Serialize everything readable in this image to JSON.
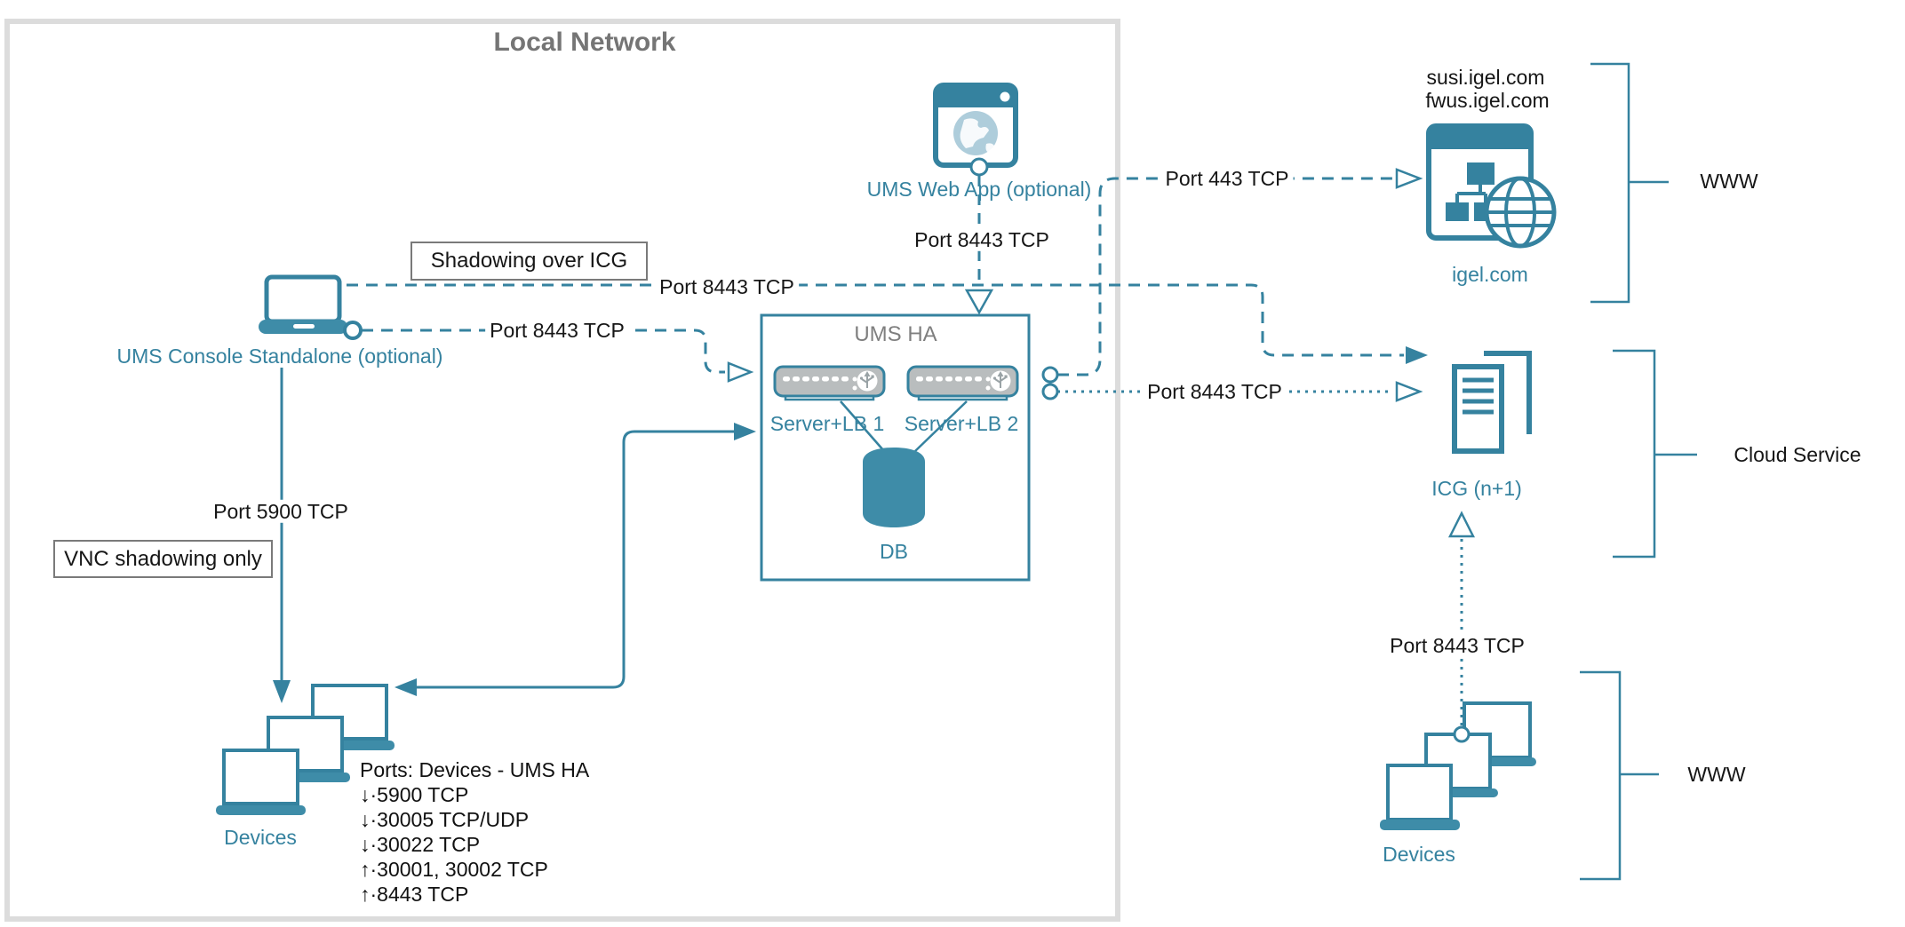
{
  "local_network": {
    "title": "Local Network"
  },
  "nodes": {
    "console": "UMS Console Standalone (optional)",
    "web_app": "UMS Web App (optional)",
    "ums_ha": "UMS HA",
    "server1": "Server+LB 1",
    "server2": "Server+LB 2",
    "db": "DB",
    "igel_domains": [
      "susi.igel.com",
      "fwus.igel.com"
    ],
    "igel": "igel.com",
    "icg": "ICG (n+1)",
    "devices_left": "Devices",
    "devices_right": "Devices"
  },
  "callouts": {
    "shadowing": "Shadowing over ICG",
    "vnc": "VNC shadowing only"
  },
  "ports": {
    "console_shadowing": "Port 8443 TCP",
    "console_to_ums": "Port 8443 TCP",
    "console_to_devices": "Port 5900 TCP",
    "webapp_to_ums": "Port 8443 TCP",
    "ums_to_igel": "Port 443 TCP",
    "ums_to_icg": "Port 8443 TCP",
    "devices_to_icg": "Port 8443 TCP"
  },
  "groups": {
    "www_top": "WWW",
    "cloud_service": "Cloud Service",
    "www_bottom": "WWW"
  },
  "ports_list": {
    "title": "Ports: Devices - UMS HA",
    "items": [
      "↓·5900 TCP",
      "↓·30005 TCP/UDP",
      "↓·30022 TCP",
      "↑·30001, 30002 TCP",
      "↑·8443 TCP"
    ]
  },
  "colors": {
    "teal": "#35829f",
    "teal_fill": "#3e8ca8",
    "server_gray": "#b9bdbe",
    "globe_blue": "#aecddb",
    "border_gray": "#dcdcdc",
    "gray_text": "#757575"
  }
}
